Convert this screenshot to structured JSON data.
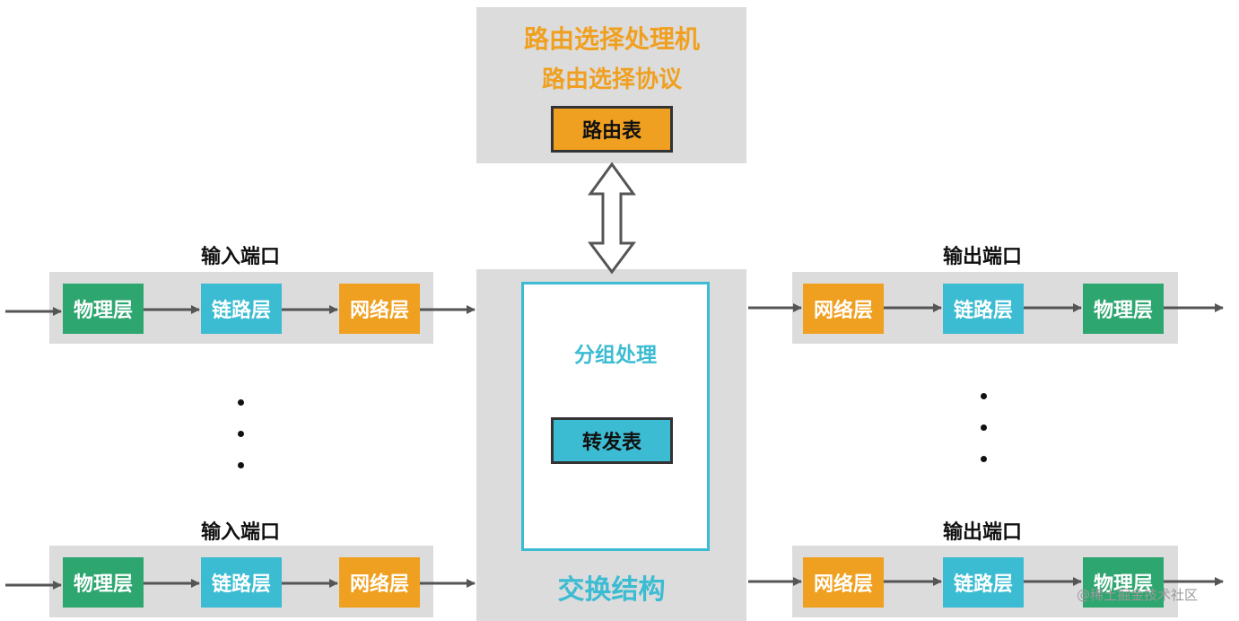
{
  "routing_processor": {
    "title": "路由选择处理机",
    "protocol": "路由选择协议",
    "routing_table": "路由表"
  },
  "switch_fabric": {
    "packet_processing": "分组处理",
    "forwarding_table": "转发表",
    "label": "交换结构"
  },
  "input_ports": [
    {
      "title": "输入端口",
      "layers": [
        "物理层",
        "链路层",
        "网络层"
      ]
    },
    {
      "title": "输入端口",
      "layers": [
        "物理层",
        "链路层",
        "网络层"
      ]
    }
  ],
  "output_ports": [
    {
      "title": "输出端口",
      "layers": [
        "网络层",
        "链路层",
        "物理层"
      ]
    },
    {
      "title": "输出端口",
      "layers": [
        "网络层",
        "链路层",
        "物理层"
      ]
    }
  ],
  "watermark": "@稀土掘金技术社区",
  "colors": {
    "physical": "#2ea66f",
    "link": "#3cbcd2",
    "network": "#f0a020",
    "panel": "#dcdcdc",
    "accent_cyan": "#3cbcd2"
  }
}
